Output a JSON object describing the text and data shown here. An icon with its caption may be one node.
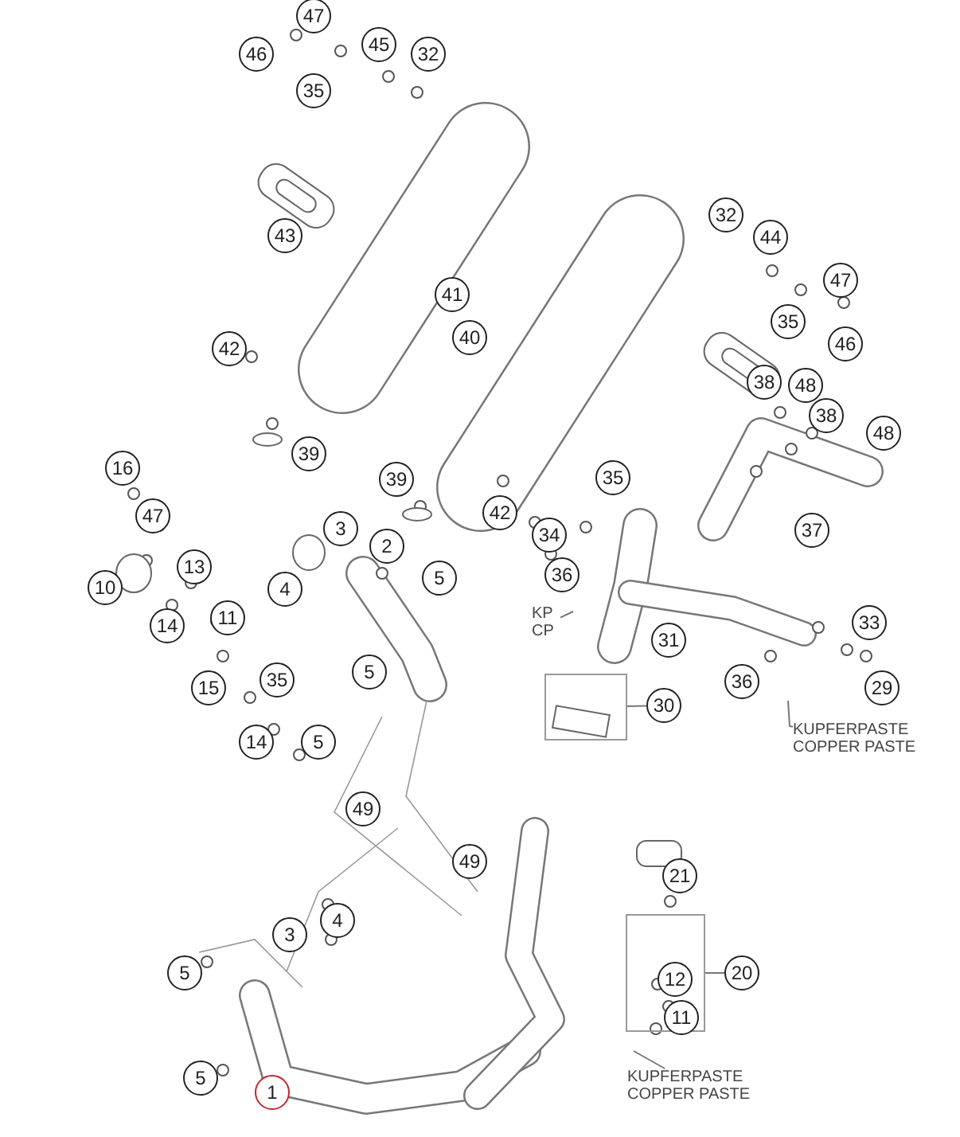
{
  "diagram": {
    "nodes": [
      {
        "text": [
          "47"
        ]
      },
      {
        "text": [
          "46"
        ]
      },
      {
        "text": [
          "45"
        ]
      },
      {
        "text": [
          "32"
        ]
      },
      {
        "text": [
          "35"
        ]
      },
      {
        "text": [
          "43"
        ]
      },
      {
        "text": [
          "32"
        ]
      },
      {
        "text": [
          "44"
        ]
      },
      {
        "text": [
          "41"
        ]
      },
      {
        "text": [
          "47"
        ]
      },
      {
        "text": [
          "42"
        ]
      },
      {
        "text": [
          "40"
        ]
      },
      {
        "text": [
          "35"
        ]
      },
      {
        "text": [
          "46"
        ]
      },
      {
        "text": [
          "38"
        ]
      },
      {
        "text": [
          "48"
        ]
      },
      {
        "text": [
          "16"
        ]
      },
      {
        "text": [
          "39"
        ]
      },
      {
        "text": [
          "39"
        ]
      },
      {
        "text": [
          "35"
        ]
      },
      {
        "text": [
          "38"
        ]
      },
      {
        "text": [
          "48"
        ]
      },
      {
        "text": [
          "47"
        ]
      },
      {
        "text": [
          "3"
        ]
      },
      {
        "text": [
          "2"
        ]
      },
      {
        "text": [
          "42"
        ]
      },
      {
        "text": [
          "34"
        ]
      },
      {
        "text": [
          "37"
        ]
      },
      {
        "text": [
          "10"
        ]
      },
      {
        "text": [
          "13"
        ]
      },
      {
        "text": [
          "4"
        ]
      },
      {
        "text": [
          "5"
        ]
      },
      {
        "text": [
          "36"
        ]
      },
      {
        "text": [
          "14"
        ]
      },
      {
        "text": [
          "11"
        ]
      },
      {
        "text": [
          "KP CP"
        ]
      },
      {
        "text": [
          "31"
        ]
      },
      {
        "text": [
          "33"
        ]
      },
      {
        "text": [
          "15"
        ]
      },
      {
        "text": [
          "35"
        ]
      },
      {
        "text": [
          "5"
        ]
      },
      {
        "text": [],
        "shape": "box"
      },
      {
        "text": [
          "30"
        ]
      },
      {
        "text": [
          "36"
        ]
      },
      {
        "text": [
          "29"
        ]
      },
      {
        "text": [
          "14"
        ]
      },
      {
        "text": [
          "5"
        ]
      },
      {
        "text": [
          "KUPFERPASTE COPPER PASTE"
        ]
      },
      {
        "text": [
          "49"
        ]
      },
      {
        "text": [
          "49"
        ]
      },
      {
        "text": [
          "21"
        ]
      },
      {
        "text": [
          "3"
        ]
      },
      {
        "text": [
          "4"
        ]
      },
      {
        "text": [],
        "shape": "box"
      },
      {
        "text": [
          "5"
        ]
      },
      {
        "text": [
          "12"
        ],
        "in": 53
      },
      {
        "text": [
          "11"
        ],
        "in": 53
      },
      {
        "text": [
          "20"
        ]
      },
      {
        "text": [
          "5"
        ]
      },
      {
        "text": [
          "1"
        ]
      },
      {
        "text": [
          "KUPFERPASTE COPPER PASTE"
        ]
      }
    ],
    "edges": [
      {
        "from": 42,
        "to": 41,
        "arrow": "none"
      },
      {
        "from": 57,
        "to": 53,
        "arrow": "none"
      },
      {
        "from": 35,
        "to": null,
        "arrow": "none"
      },
      {
        "from": 47,
        "to": null,
        "arrow": "none"
      },
      {
        "from": 60,
        "to": null,
        "arrow": "none"
      }
    ]
  }
}
